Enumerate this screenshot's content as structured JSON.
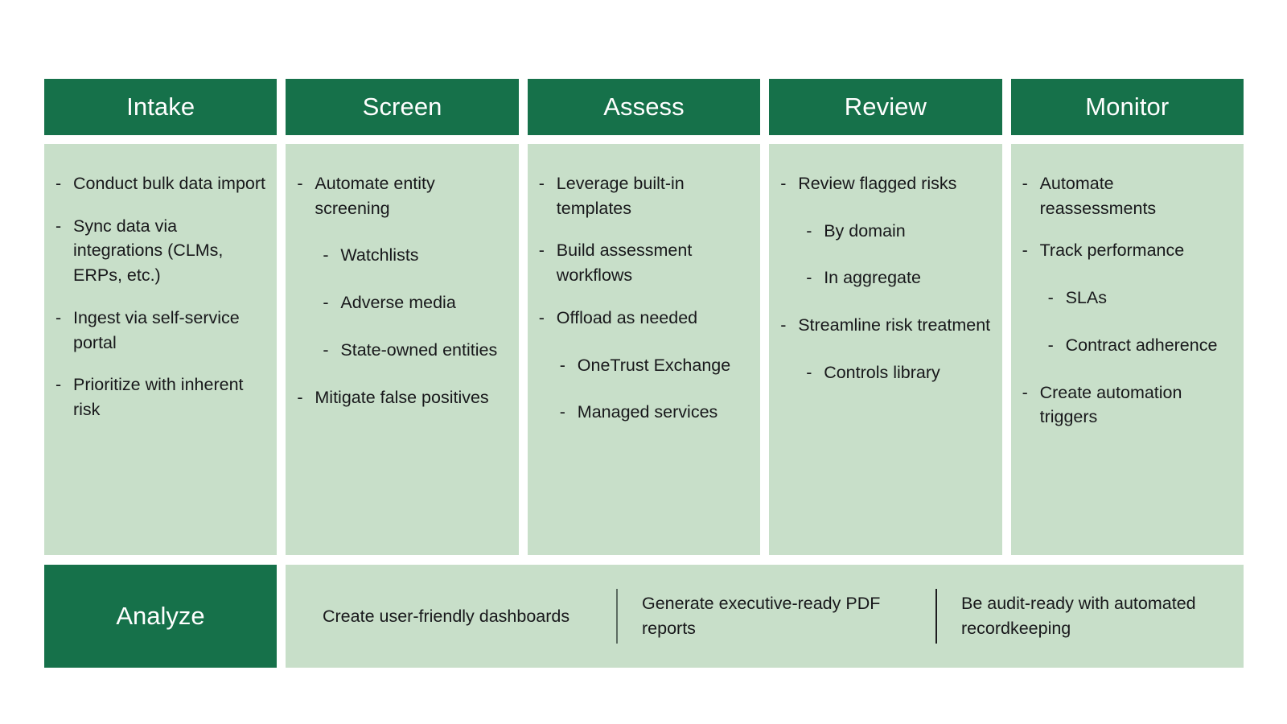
{
  "theme": {
    "header_green": "#16714a",
    "panel_green": "#c8dfc9",
    "text_dark": "#18181b",
    "text_light": "#ffffff",
    "divider_gray": "#5c6b61"
  },
  "stages": [
    {
      "title": "Intake",
      "bullets": [
        {
          "level": 1,
          "text": "Conduct bulk data import"
        },
        {
          "level": 1,
          "text": "Sync data via integrations (CLMs, ERPs, etc.)"
        },
        {
          "level": 1,
          "text": "Ingest via self-service portal"
        },
        {
          "level": 1,
          "text": "Prioritize with inherent risk"
        }
      ]
    },
    {
      "title": "Screen",
      "bullets": [
        {
          "level": 1,
          "text": "Automate entity screening"
        },
        {
          "level": 2,
          "text": "Watchlists"
        },
        {
          "level": 2,
          "text": "Adverse media"
        },
        {
          "level": 2,
          "text": "State-owned entities"
        },
        {
          "level": 1,
          "text": "Mitigate false positives"
        }
      ]
    },
    {
      "title": "Assess",
      "bullets": [
        {
          "level": 1,
          "text": "Leverage built-in templates"
        },
        {
          "level": 1,
          "text": "Build assessment workflows"
        },
        {
          "level": 1,
          "text": "Offload as needed"
        },
        {
          "level": 2,
          "text": "OneTrust Exchange"
        },
        {
          "level": 2,
          "text": "Managed services"
        }
      ]
    },
    {
      "title": "Review",
      "bullets": [
        {
          "level": 1,
          "text": "Review flagged risks"
        },
        {
          "level": 2,
          "text": "By domain"
        },
        {
          "level": 2,
          "text": "In aggregate"
        },
        {
          "level": 1,
          "text": "Streamline risk treatment"
        },
        {
          "level": 2,
          "text": "Controls library"
        }
      ]
    },
    {
      "title": "Monitor",
      "bullets": [
        {
          "level": 1,
          "text": "Automate reassessments"
        },
        {
          "level": 1,
          "text": "Track performance"
        },
        {
          "level": 2,
          "text": "SLAs"
        },
        {
          "level": 2,
          "text": "Contract adherence"
        },
        {
          "level": 1,
          "text": "Create automation triggers"
        }
      ]
    }
  ],
  "analyze": {
    "title": "Analyze",
    "items": [
      {
        "text": "Create user-friendly dashboards",
        "divider_before": false
      },
      {
        "text": "Generate executive-ready PDF reports",
        "divider_before": true
      },
      {
        "text": "Be audit-ready with automated recordkeeping",
        "divider_before": true
      }
    ]
  },
  "bullet_marker": "-"
}
